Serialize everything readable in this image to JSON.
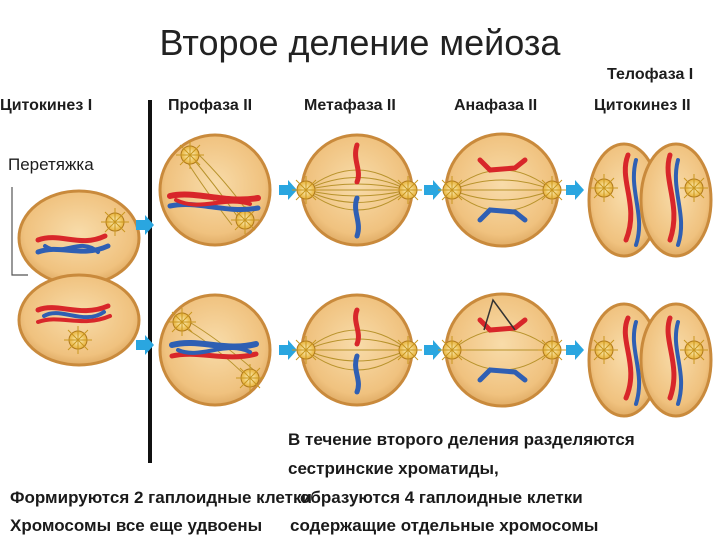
{
  "title": "Второе деление мейоза",
  "phases": {
    "cytokinesis1": "Цитокинез I",
    "prophase2": "Профаза II",
    "metaphase2": "Метафаза II",
    "anaphase2": "Анафаза II",
    "telophase2": "Телофаза I",
    "cytokinesis2": "Цитокинез II"
  },
  "constriction_label": "Перетяжка",
  "notes": {
    "line1": "В течение второго деления разделяются",
    "line2": "сестринские хроматиды,",
    "line3": "образуются 4 гаплоидные клетки",
    "line4": "содержащие отдельные хромосомы"
  },
  "bottom": {
    "line1": "Формируются 2 гаплоидные клетки",
    "line2": "Хромосомы все еще удвоены"
  },
  "colors": {
    "cell_fill": "#f2c98a",
    "cell_edge": "#c98a3c",
    "chromosome_paternal": "#d8262a",
    "chromosome_maternal": "#2f5fb3",
    "arrow": "#2aa6e0",
    "spindle": "#b8932c"
  }
}
